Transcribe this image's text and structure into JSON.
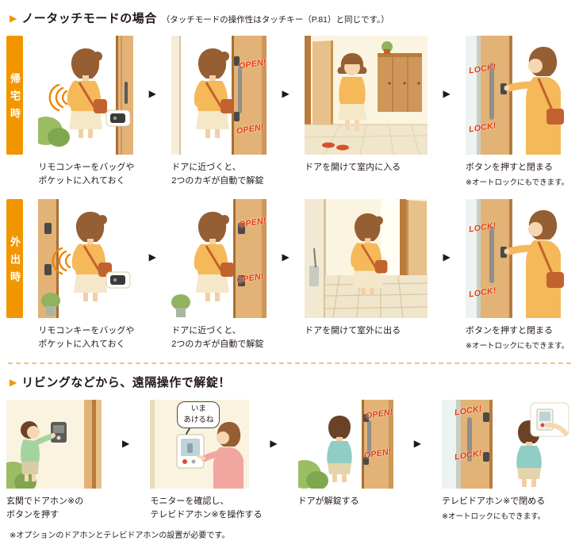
{
  "icons": {
    "bullet": "▶",
    "arrow": "▶"
  },
  "labels": {
    "open": "OPEN!",
    "lock": "LOCK!"
  },
  "section1": {
    "title": "ノータッチモードの場合",
    "subtitle": "（タッチモードの操作性はタッチキー（P.81）と同じです。）",
    "rows": [
      {
        "tag": "帰宅時",
        "steps": [
          {
            "caption": "リモコンキーをバッグや\nポケットに入れておく"
          },
          {
            "caption": "ドアに近づくと、\n2つのカギが自動で解錠"
          },
          {
            "caption": "ドアを開けて室内に入る"
          },
          {
            "caption": "ボタンを押すと閉まる",
            "note": "※オートロックにもできます。"
          }
        ]
      },
      {
        "tag": "外出時",
        "steps": [
          {
            "caption": "リモコンキーをバッグや\nポケットに入れておく"
          },
          {
            "caption": "ドアに近づくと、\n2つのカギが自動で解錠"
          },
          {
            "caption": "ドアを開けて室外に出る"
          },
          {
            "caption": "ボタンを押すと閉まる",
            "note": "※オートロックにもできます。"
          }
        ]
      }
    ]
  },
  "section2": {
    "title": "リビングなどから、遠隔操作で解錠！",
    "steps": [
      {
        "caption": "玄関でドアホン※の\nボタンを押す"
      },
      {
        "caption": "モニターを確認し、\nテレビドアホン※を操作する",
        "bubble": "いま\nあけるね"
      },
      {
        "caption": "ドアが解錠する"
      },
      {
        "caption": "テレビドアホン※で閉める",
        "note": "※オートロックにもできます。"
      }
    ],
    "footnote": "※オプションのドアホンとテレビドアホンの設置が必要です。"
  }
}
